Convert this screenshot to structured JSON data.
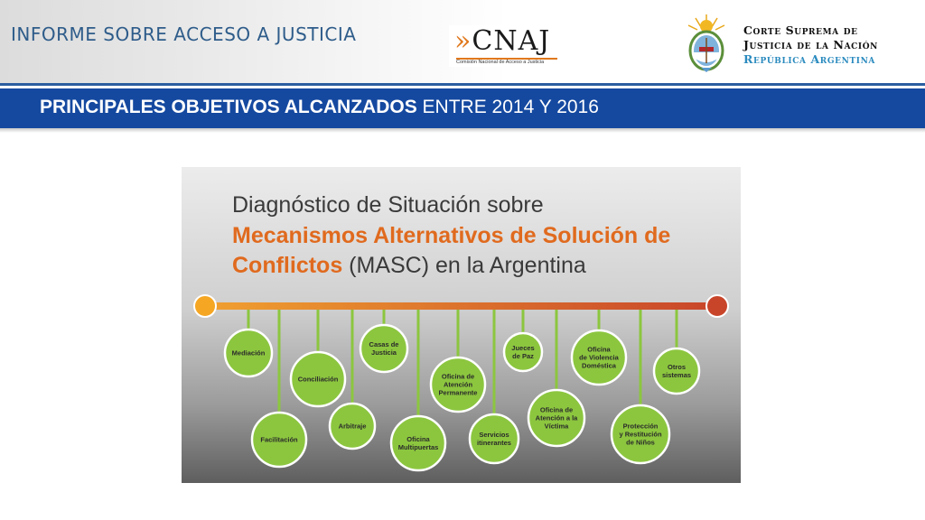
{
  "header": {
    "report_title": "INFORME SOBRE ACCESO A JUSTICIA",
    "cnaj_logo": {
      "mark": "CNAJ",
      "subtitle": "Comisión Nacional de Acceso a Justicia"
    },
    "court": {
      "line1": "Corte Suprema de",
      "line2": "Justicia de la Nación",
      "line3": "República Argentina"
    },
    "seal_icon": "argentina-coat-of-arms-icon"
  },
  "band": {
    "bold": "PRINCIPALES OBJETIVOS ALCANZADOS",
    "rest": "ENTRE 2014 Y 2016"
  },
  "slide": {
    "title_line1": "Diagnóstico de Situación sobre",
    "title_line2": "Mecanismos Alternativos de Solución de",
    "title_line3_highlight": "Conflictos",
    "title_line3_rest": "(MASC) en la Argentina",
    "colors": {
      "accent": "#e06a1e",
      "node": "#8cc63f",
      "band": "#1549a0"
    },
    "nodes": [
      {
        "lines": [
          "Mediación"
        ]
      },
      {
        "lines": [
          "Facilitación"
        ]
      },
      {
        "lines": [
          "Conciliación"
        ]
      },
      {
        "lines": [
          "Arbitraje"
        ]
      },
      {
        "lines": [
          "Casas de",
          "Justicia"
        ]
      },
      {
        "lines": [
          "Oficina",
          "Multipuertas"
        ]
      },
      {
        "lines": [
          "Oficina de",
          "Atención",
          "Permanente"
        ]
      },
      {
        "lines": [
          "Servicios",
          "itinerantes"
        ]
      },
      {
        "lines": [
          "Jueces",
          "de Paz"
        ]
      },
      {
        "lines": [
          "Oficina de",
          "Atención a la",
          "Víctima"
        ]
      },
      {
        "lines": [
          "Oficina",
          "de Violencia",
          "Doméstica"
        ]
      },
      {
        "lines": [
          "Protección",
          "y Restitución",
          "de Niños"
        ]
      },
      {
        "lines": [
          "Otros",
          "sistemas"
        ]
      }
    ]
  }
}
